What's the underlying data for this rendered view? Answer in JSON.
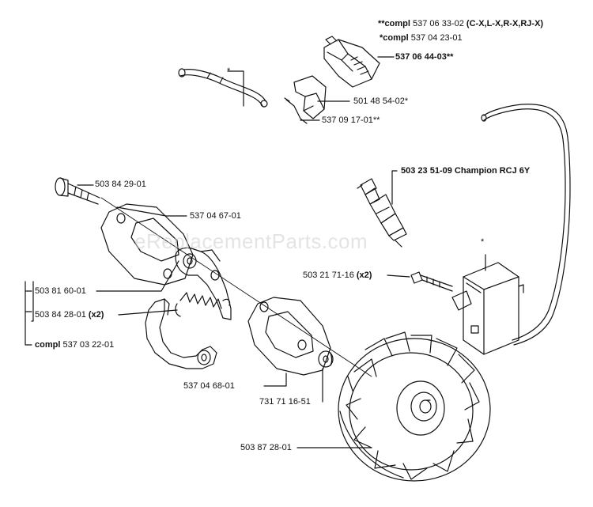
{
  "watermark": "eReplacementParts.com",
  "labels": {
    "compl_5370633": {
      "prefix": "**compl",
      "num": " 537 06 33-02 ",
      "suffix": "(C-X,L-X,R-X,RJ-X)"
    },
    "compl_5370423": {
      "prefix": "*compl",
      "num": " 537 04 23-01"
    },
    "p537064403": "537 06 44-03**",
    "p501485402": "501 48 54-02*",
    "p537091701": "537 09 17-01**",
    "tube_star": "*",
    "spark_plug": "503 23 51-09 Champion RCJ 6Y",
    "p503842901": "503 84 29-01",
    "p537046701": "537 04 67-01",
    "module_star": "*",
    "screw_x2": {
      "num": "503 21 71-16 ",
      "qty": "(x2)"
    },
    "p503816001": "503 81 60-01",
    "spring_x2": {
      "num": "503 84 28-01 ",
      "qty": "(x2)"
    },
    "compl_5370322": {
      "prefix": "compl",
      "num": " 537 03 22-01"
    },
    "p537046801": "537 04 68-01",
    "p731711651": "731 71 16-51",
    "p503872801": "503 87 28-01"
  }
}
